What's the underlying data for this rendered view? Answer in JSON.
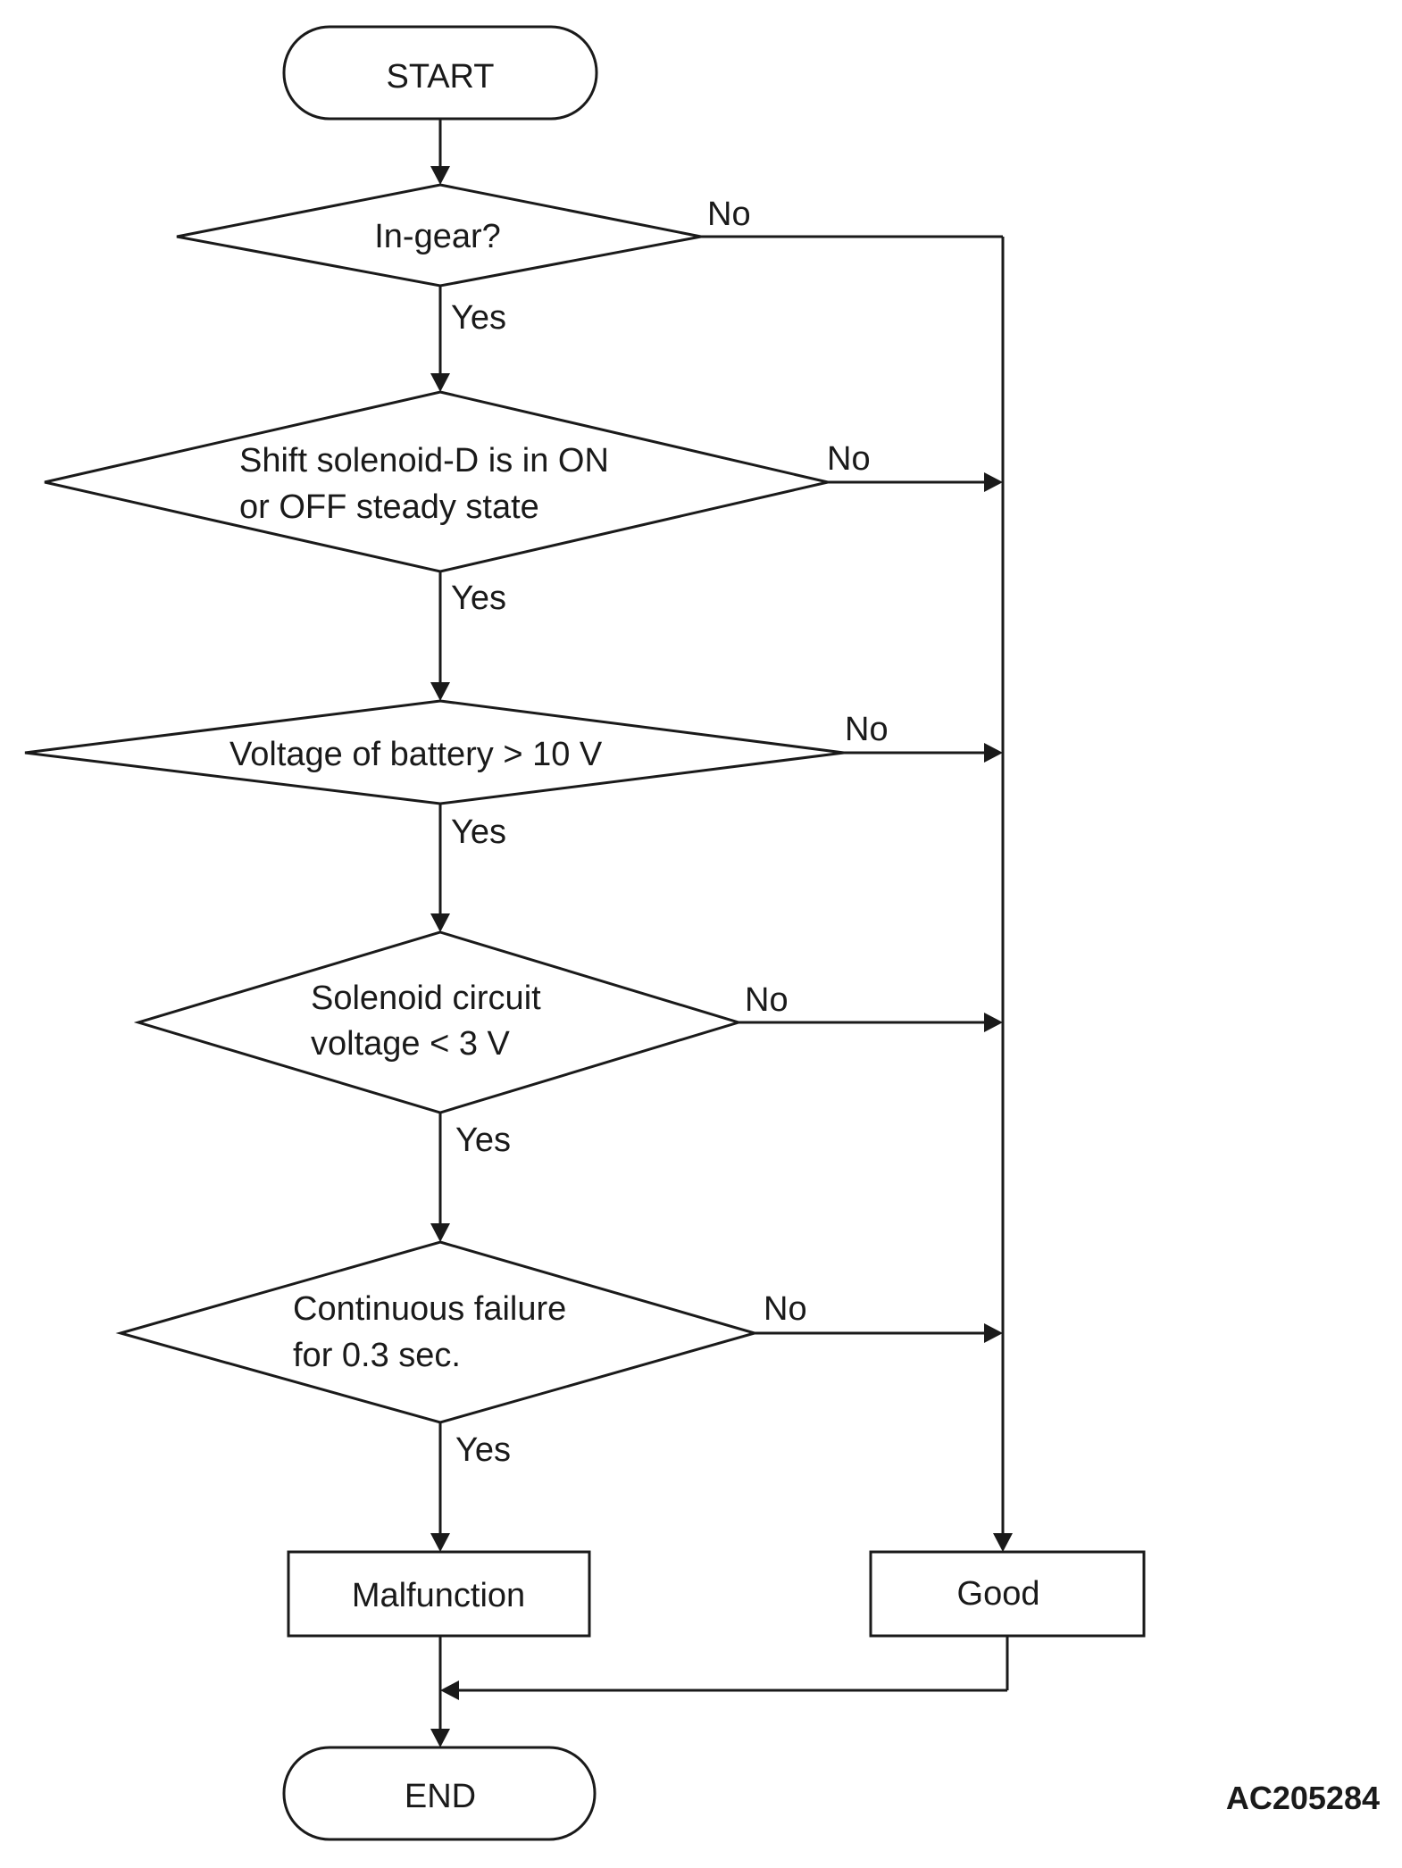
{
  "flowchart": {
    "start": "START",
    "end": "END",
    "decisions": [
      {
        "lines": [
          "In-gear?"
        ],
        "yes": "Yes",
        "no": "No"
      },
      {
        "lines": [
          "Shift solenoid-D is in ON",
          "or OFF steady state"
        ],
        "yes": "Yes",
        "no": "No"
      },
      {
        "lines": [
          "Voltage of battery > 10 V"
        ],
        "yes": "Yes",
        "no": "No"
      },
      {
        "lines": [
          "Solenoid circuit",
          "voltage < 3 V"
        ],
        "yes": "Yes",
        "no": "No"
      },
      {
        "lines": [
          "Continuous failure",
          "for 0.3 sec."
        ],
        "yes": "Yes",
        "no": "No"
      }
    ],
    "malfunction": "Malfunction",
    "good": "Good"
  },
  "figure_code": "AC205284"
}
